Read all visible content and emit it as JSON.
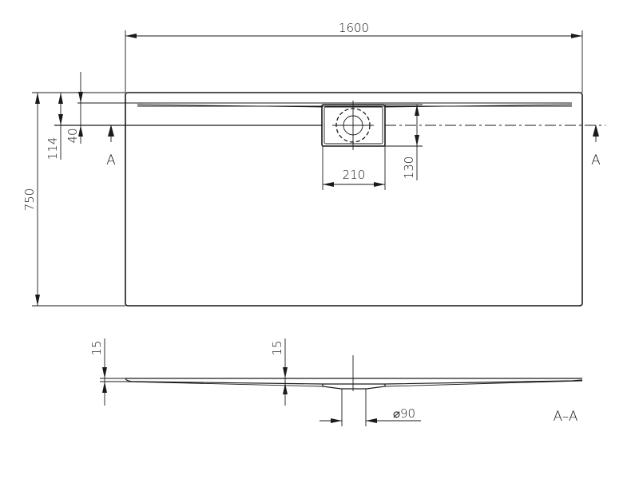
{
  "top_view": {
    "width_label": "1600",
    "depth_label": "750",
    "edge_offset_label": "114",
    "drain_offset_label": "40",
    "drain_box_width_label": "210",
    "drain_box_depth_label": "130",
    "section_marker_left": "A",
    "section_marker_right": "A"
  },
  "section_view": {
    "left_thickness_label": "15",
    "center_thickness_label": "15",
    "drain_diameter_label": "⌀90",
    "section_title": "A–A"
  }
}
